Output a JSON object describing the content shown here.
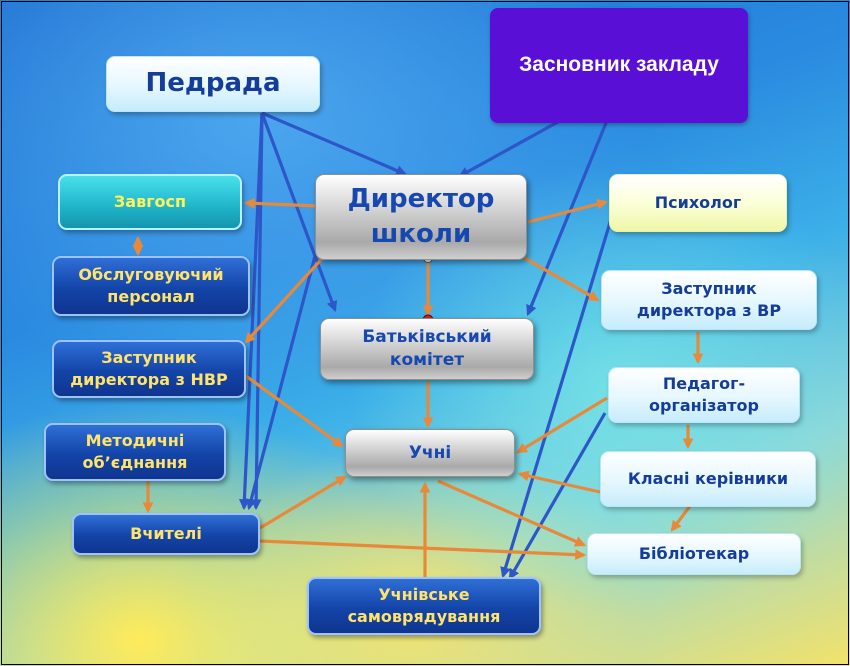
{
  "nodes": {
    "founder": "Засновник закладу",
    "pedrada": "Педрада",
    "director_line1": "Директор",
    "director_line2": "школи",
    "zavhosp": "Завгосп",
    "service_staff_line1": "Обслуговуючий",
    "service_staff_line2": "персонал",
    "deputy_nvr_line1": "Заступник",
    "deputy_nvr_line2": "директора з НВР",
    "method_line1": "Методичні",
    "method_line2": "об’єднання",
    "teachers": "Вчителі",
    "parents_line1": "Батьківський",
    "parents_line2": "комітет",
    "students": "Учні",
    "self_gov_line1": "Учнівське",
    "self_gov_line2": "самоврядування",
    "psychologist": "Психолог",
    "deputy_vr_line1": "Заступник",
    "deputy_vr_line2": "директора з ВР",
    "organizer_line1": "Педагог-",
    "organizer_line2": "організатор",
    "class_teachers": "Класні керівники",
    "librarian": "Бібліотекар"
  },
  "colors": {
    "founder_box": "#5a0fd6",
    "navy_box": "#1344a8",
    "navy_text": "#ffe36b",
    "light_text": "#143c9a",
    "orange_arrow": "#e8893a",
    "blue_arrow": "#2d56c8"
  }
}
